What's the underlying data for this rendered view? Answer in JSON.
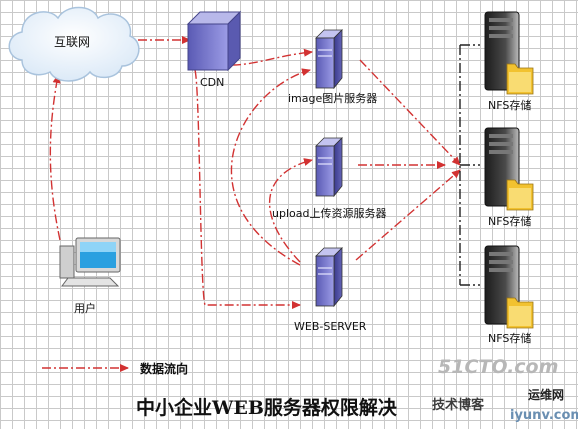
{
  "nodes": {
    "internet": "互联网",
    "cdn": "CDN",
    "image_server": "image图片服务器",
    "upload_server": "upload上传资源服务器",
    "web_server": "WEB-SERVER",
    "user": "用户",
    "nfs_1": "NFS存储",
    "nfs_2": "NFS存储",
    "nfs_3": "NFS存储"
  },
  "legend": {
    "label": "数据流向"
  },
  "title": "中小企业WEB服务器权限解决",
  "watermark": {
    "site": "51CTO.com",
    "line1": "技术博客",
    "line2": "运维网",
    "url": "iyunv.com"
  },
  "colors": {
    "flow": "#d23232",
    "nfs_link": "#222222",
    "server": "#7070c0"
  }
}
